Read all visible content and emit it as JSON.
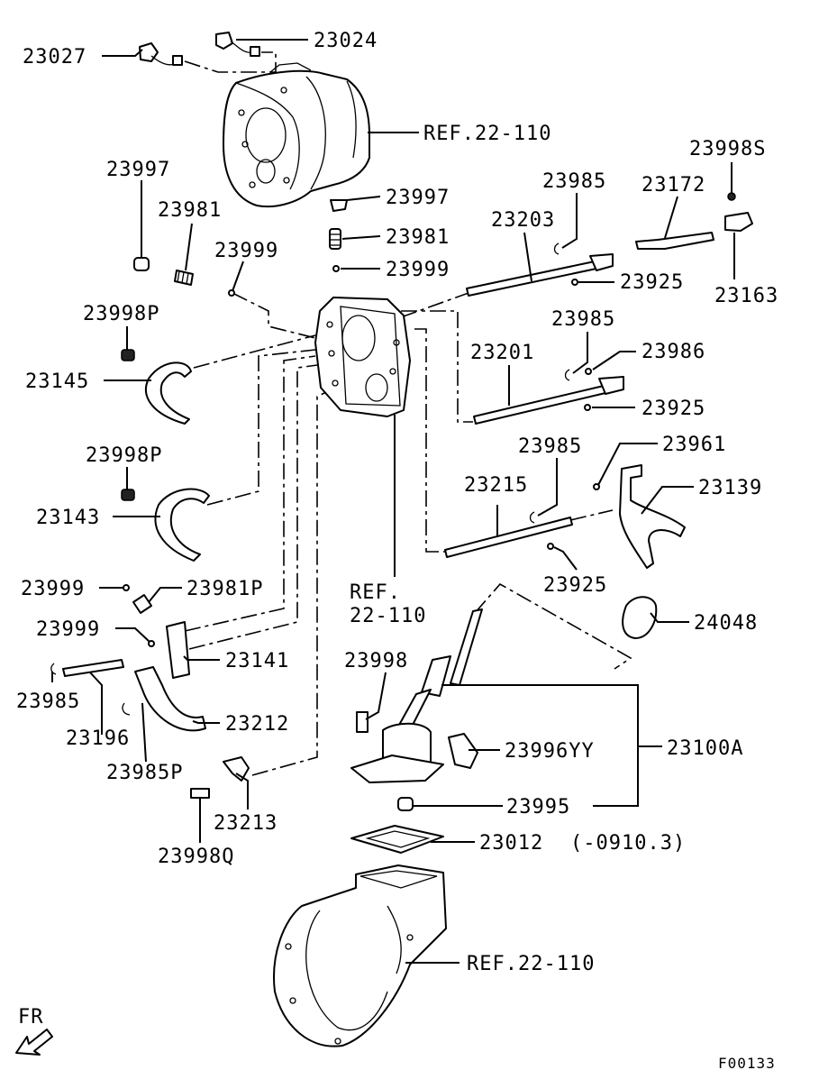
{
  "figure_code": "F00133",
  "front_marker": "FR",
  "labels": {
    "p23027": "23027",
    "p23024": "23024",
    "ref_top": "REF.22-110",
    "p23997_left": "23997",
    "p23981_left": "23981",
    "p23999_top": "23999",
    "p23997_center": "23997",
    "p23981_center": "23981",
    "p23999_center": "23999",
    "p23998S": "23998S",
    "p23985_a": "23985",
    "p23172": "23172",
    "p23203": "23203",
    "p23925_a": "23925",
    "p23163": "23163",
    "p23998P_a": "23998P",
    "p23145": "23145",
    "p23985_b": "23985",
    "p23201": "23201",
    "p23986": "23986",
    "p23925_b": "23925",
    "p23998P_b": "23998P",
    "p23985_c": "23985",
    "p23961": "23961",
    "p23215": "23215",
    "p23139": "23139",
    "p23143": "23143",
    "p23925_c": "23925",
    "p23999_d": "23999",
    "p23981P": "23981P",
    "ref_mid_1": "REF.",
    "ref_mid_2": "22-110",
    "p24048": "24048",
    "p23999_e": "23999",
    "p23141": "23141",
    "p23998": "23998",
    "p23985_d": "23985",
    "p23196": "23196",
    "p23212": "23212",
    "p23996YY": "23996YY",
    "p23100A": "23100A",
    "p23985P": "23985P",
    "p23213": "23213",
    "p23995": "23995",
    "p23998Q": "23998Q",
    "p23012": "23012",
    "p23012_note": "(-0910.3)",
    "ref_bottom": "REF.22-110"
  }
}
